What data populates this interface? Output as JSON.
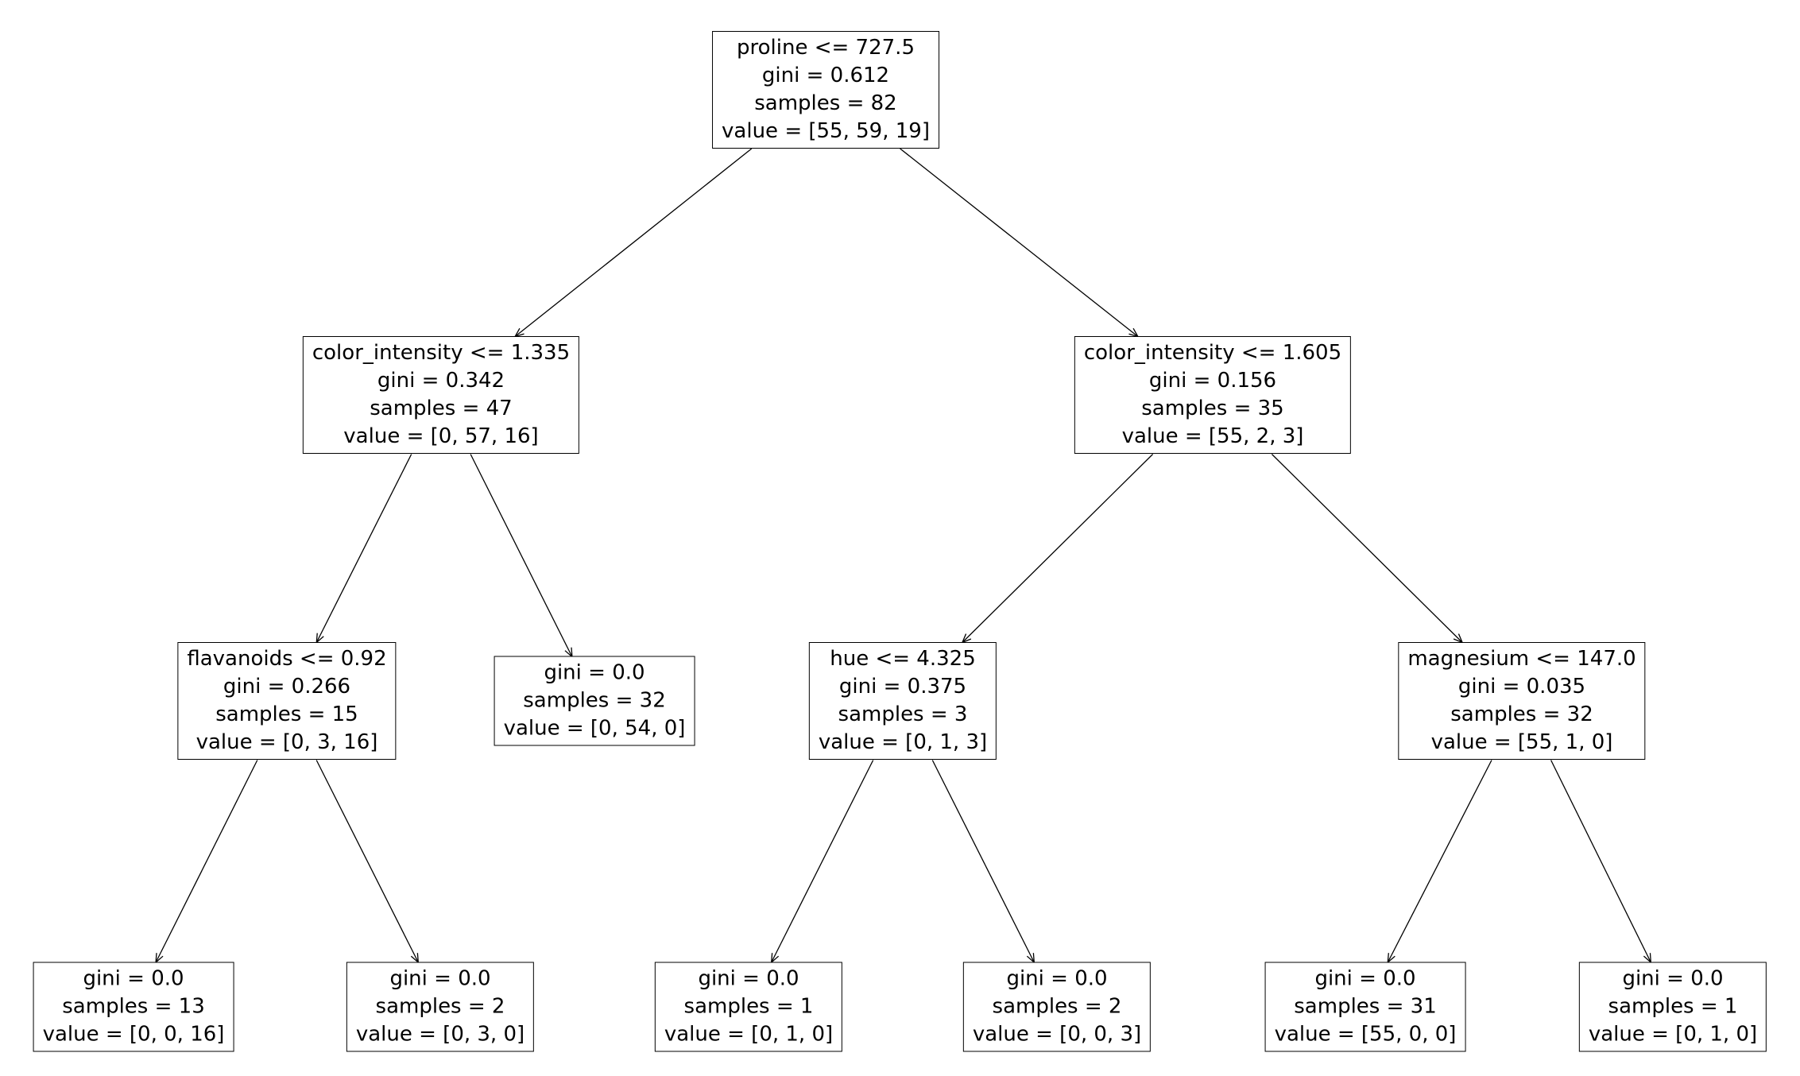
{
  "figure": {
    "type": "decision-tree-plot",
    "background_color": "#ffffff",
    "node_fill_color": "#ffffff",
    "node_border_color": "#000000",
    "text_color": "#000000",
    "arrow_color": "#000000"
  },
  "tree": {
    "nodes": [
      {
        "id": "node-0",
        "depth": 0,
        "lines": [
          "proline <= 727.5",
          "gini = 0.612",
          "samples = 82",
          "value = [55, 59, 19]"
        ]
      },
      {
        "id": "node-1",
        "depth": 1,
        "lines": [
          "color_intensity <= 1.335",
          "gini = 0.342",
          "samples = 47",
          "value = [0, 57, 16]"
        ]
      },
      {
        "id": "node-2",
        "depth": 1,
        "lines": [
          "color_intensity <= 1.605",
          "gini = 0.156",
          "samples = 35",
          "value = [55, 2, 3]"
        ]
      },
      {
        "id": "node-3",
        "depth": 2,
        "lines": [
          "flavanoids <= 0.92",
          "gini = 0.266",
          "samples = 15",
          "value = [0, 3, 16]"
        ]
      },
      {
        "id": "node-4",
        "depth": 2,
        "lines": [
          "gini = 0.0",
          "samples = 32",
          "value = [0, 54, 0]"
        ]
      },
      {
        "id": "node-5",
        "depth": 2,
        "lines": [
          "hue <= 4.325",
          "gini = 0.375",
          "samples = 3",
          "value = [0, 1, 3]"
        ]
      },
      {
        "id": "node-6",
        "depth": 2,
        "lines": [
          "magnesium <= 147.0",
          "gini = 0.035",
          "samples = 32",
          "value = [55, 1, 0]"
        ]
      },
      {
        "id": "node-7",
        "depth": 3,
        "lines": [
          "gini = 0.0",
          "samples = 13",
          "value = [0, 0, 16]"
        ]
      },
      {
        "id": "node-8",
        "depth": 3,
        "lines": [
          "gini = 0.0",
          "samples = 2",
          "value = [0, 3, 0]"
        ]
      },
      {
        "id": "node-9",
        "depth": 3,
        "lines": [
          "gini = 0.0",
          "samples = 1",
          "value = [0, 1, 0]"
        ]
      },
      {
        "id": "node-10",
        "depth": 3,
        "lines": [
          "gini = 0.0",
          "samples = 2",
          "value = [0, 0, 3]"
        ]
      },
      {
        "id": "node-11",
        "depth": 3,
        "lines": [
          "gini = 0.0",
          "samples = 31",
          "value = [55, 0, 0]"
        ]
      },
      {
        "id": "node-12",
        "depth": 3,
        "lines": [
          "gini = 0.0",
          "samples = 1",
          "value = [0, 1, 0]"
        ]
      }
    ],
    "edges": [
      {
        "from": "node-0",
        "to": "node-1",
        "side": "left"
      },
      {
        "from": "node-0",
        "to": "node-2",
        "side": "right"
      },
      {
        "from": "node-1",
        "to": "node-3",
        "side": "left"
      },
      {
        "from": "node-1",
        "to": "node-4",
        "side": "right"
      },
      {
        "from": "node-2",
        "to": "node-5",
        "side": "left"
      },
      {
        "from": "node-2",
        "to": "node-6",
        "side": "right"
      },
      {
        "from": "node-3",
        "to": "node-7",
        "side": "left"
      },
      {
        "from": "node-3",
        "to": "node-8",
        "side": "right"
      },
      {
        "from": "node-5",
        "to": "node-9",
        "side": "left"
      },
      {
        "from": "node-5",
        "to": "node-10",
        "side": "right"
      },
      {
        "from": "node-6",
        "to": "node-11",
        "side": "left"
      },
      {
        "from": "node-6",
        "to": "node-12",
        "side": "right"
      }
    ]
  }
}
